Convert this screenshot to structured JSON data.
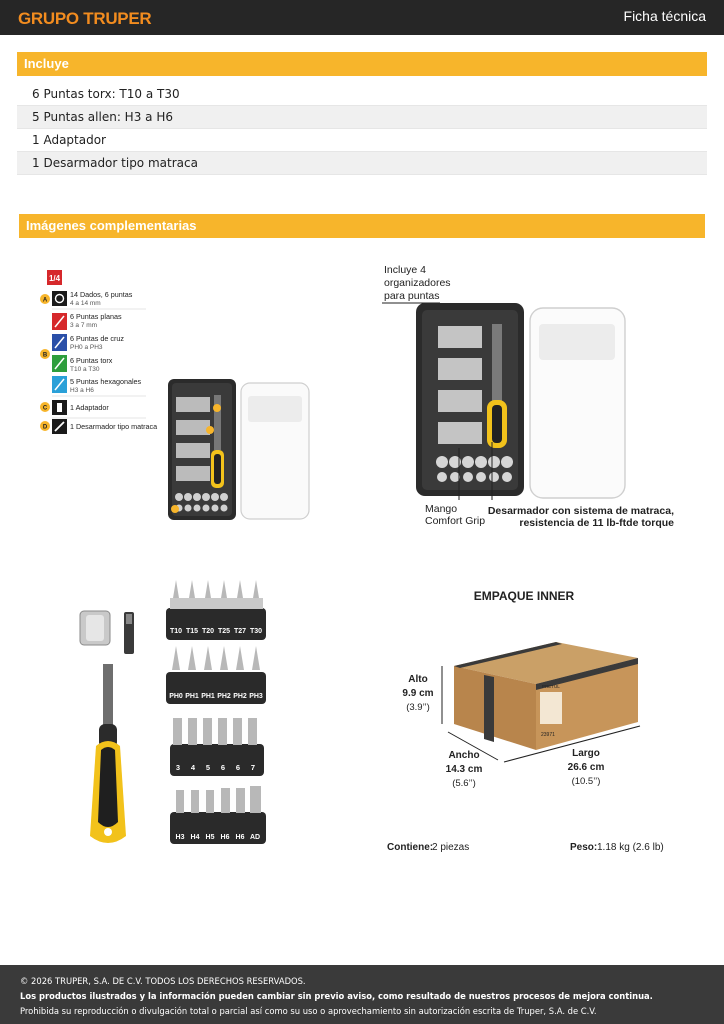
{
  "header": {
    "brand": "GRUPO TRUPER",
    "doc_type": "Ficha técnica"
  },
  "includes": {
    "title": "Incluye",
    "items": [
      "6 Puntas torx: T10 a T30",
      "5 Puntas allen: H3 a H6",
      "1 Adaptador",
      "1 Desarmador tipo matraca"
    ]
  },
  "images": {
    "title": "Imágenes complementarias",
    "kit_contents": {
      "icon_label": "1/4",
      "groups": [
        {
          "badge": "A",
          "entries": [
            {
              "title": "14 Dados, 6 puntas",
              "detail": "4 a 14 mm",
              "color": "#1a1a1a"
            }
          ]
        },
        {
          "badge": "B",
          "entries": [
            {
              "title": "6 Puntas planas",
              "detail": "3 a 7 mm",
              "color": "#d6282b"
            },
            {
              "title": "6 Puntas de cruz",
              "detail": "PH0 a PH3",
              "color": "#2a4fa8"
            },
            {
              "title": "6 Puntas torx",
              "detail": "T10 a T30",
              "color": "#2e9e3d"
            },
            {
              "title": "5 Puntas hexagonales",
              "detail": "H3 a H6",
              "color": "#2aa0d8"
            }
          ]
        },
        {
          "badge": "C",
          "entries": [
            {
              "title": "1 Adaptador",
              "detail": "",
              "color": "#1a1a1a"
            }
          ]
        },
        {
          "badge": "D",
          "entries": [
            {
              "title": "1 Desarmador tipo matraca",
              "detail": "",
              "color": "#1a1a1a"
            }
          ]
        }
      ]
    },
    "callouts": {
      "organizers": [
        "Incluye 4",
        "organizadores",
        "para puntas"
      ],
      "handle": [
        "Mango",
        "Comfort Grip"
      ],
      "ratchet": [
        "Desarmador con sistema de matraca,",
        "resistencia de 11 lb-ftde torque"
      ]
    },
    "bit_rows": [
      [
        "T10",
        "T15",
        "T20",
        "T25",
        "T27",
        "T30"
      ],
      [
        "PH0",
        "PH1",
        "PH1",
        "PH2",
        "PH2",
        "PH3"
      ],
      [
        "3",
        "4",
        "5",
        "6",
        "6",
        "7"
      ],
      [
        "H3",
        "H4",
        "H5",
        "H6",
        "H6",
        "AD"
      ]
    ],
    "packaging": {
      "title": "EMPAQUE INNER",
      "height_label": "Alto",
      "height_cm": "9.9 cm",
      "height_in": "(3.9’’)",
      "width_label": "Ancho",
      "width_cm": "14.3 cm",
      "width_in": "(5.6’’)",
      "length_label": "Largo",
      "length_cm": "26.6 cm",
      "length_in": "(10.5’’)",
      "contents_label": "Contiene:",
      "contents_value": "2 piezas",
      "weight_label": "Peso:",
      "weight_value": "1.18 kg (2.6 lb)",
      "box_brand": "PRETUL",
      "box_code": "23971"
    }
  },
  "footer": {
    "copyright": "© 2026 TRUPER, S.A. DE C.V. TODOS LOS DERECHOS RESERVADOS.",
    "notice": "Los productos ilustrados y la información pueden cambiar sin previo aviso, como resultado de nuestros procesos de mejora continua.",
    "legal": "Prohibida su reproducción o divulgación total o parcial así como su uso o aprovechamiento sin autorización escrita de Truper, S.A. de C.V."
  }
}
